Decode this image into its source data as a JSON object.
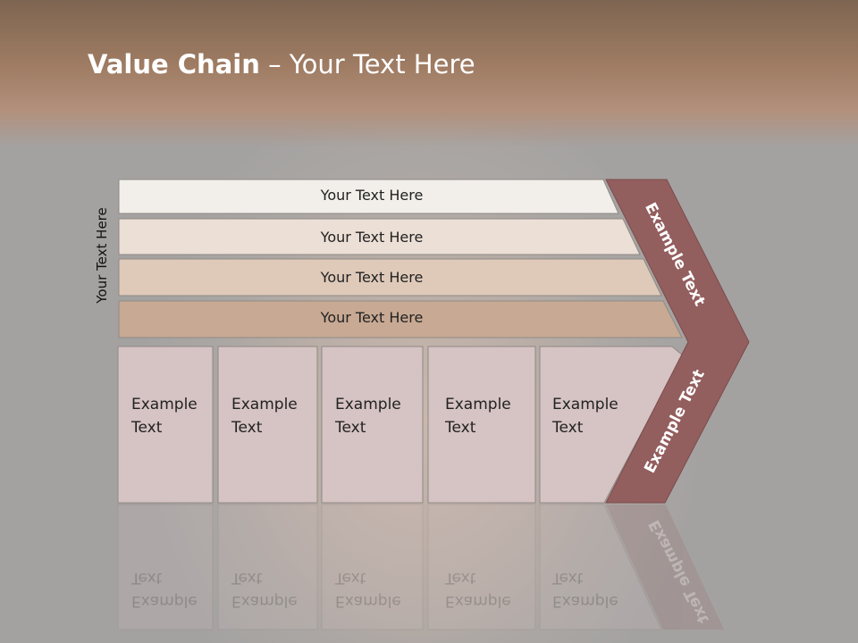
{
  "title": {
    "bold": "Value Chain",
    "rest": " – Your Text Here"
  },
  "side_label": "Your Text Here",
  "bands": [
    "Your Text Here",
    "Your Text Here",
    "Your Text Here",
    "Your Text Here"
  ],
  "cells": [
    [
      "Example",
      "Text"
    ],
    [
      "Example",
      "Text"
    ],
    [
      "Example",
      "Text"
    ],
    [
      "Example",
      "Text"
    ],
    [
      "Example",
      "Text"
    ]
  ],
  "chevron": {
    "upper": "Example Text",
    "lower": "Example Text"
  },
  "colors": {
    "band1": "#f2eeea",
    "band2": "#ecdfd6",
    "band3": "#dfcab9",
    "band4": "#c8a993",
    "cell": "#d6c3c3",
    "chevron": "#935e5e"
  }
}
